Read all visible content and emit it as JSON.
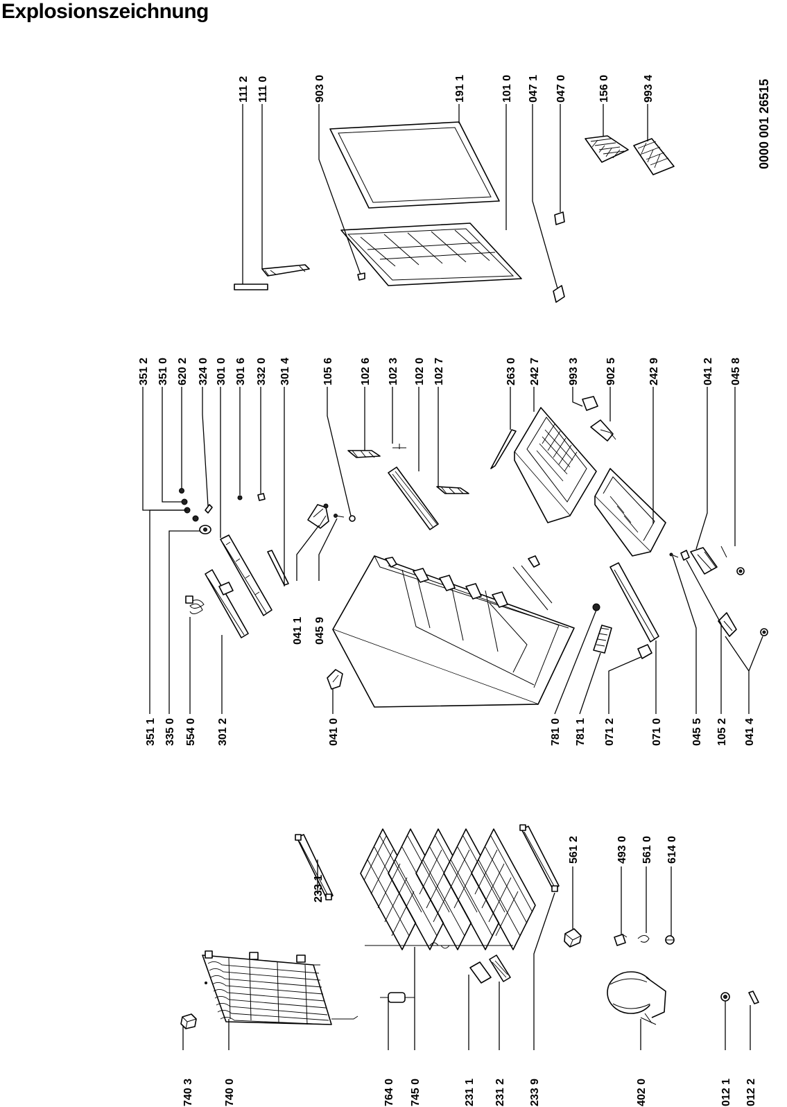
{
  "title": "Explosionszeichnung",
  "document_number": "0000 001 26515",
  "labels": [
    "740 3",
    "740 0",
    "764 0",
    "745 0",
    "231 1",
    "231 2",
    "233 9",
    "402 0",
    "012 1",
    "012 2",
    "233 1",
    "561 2",
    "493 0",
    "561 0",
    "614 0",
    "351 1",
    "335 0",
    "554 0",
    "301 2",
    "041 0",
    "781 0",
    "781 1",
    "071 2",
    "071 0",
    "045 5",
    "105 2",
    "041 4",
    "351 2",
    "351 0",
    "620 2",
    "324 0",
    "301 0",
    "301 6",
    "332 0",
    "301 4",
    "105 6",
    "102 6",
    "102 3",
    "102 0",
    "102 7",
    "263 0",
    "242 7",
    "993 3",
    "902 5",
    "242 9",
    "041 2",
    "045 8",
    "041 1",
    "045 9",
    "111 2",
    "111 0",
    "903 0",
    "191 1",
    "101 0",
    "047 1",
    "047 0",
    "156 0",
    "993 4"
  ],
  "colors": {
    "ink": "#000000",
    "background": "#ffffff"
  }
}
